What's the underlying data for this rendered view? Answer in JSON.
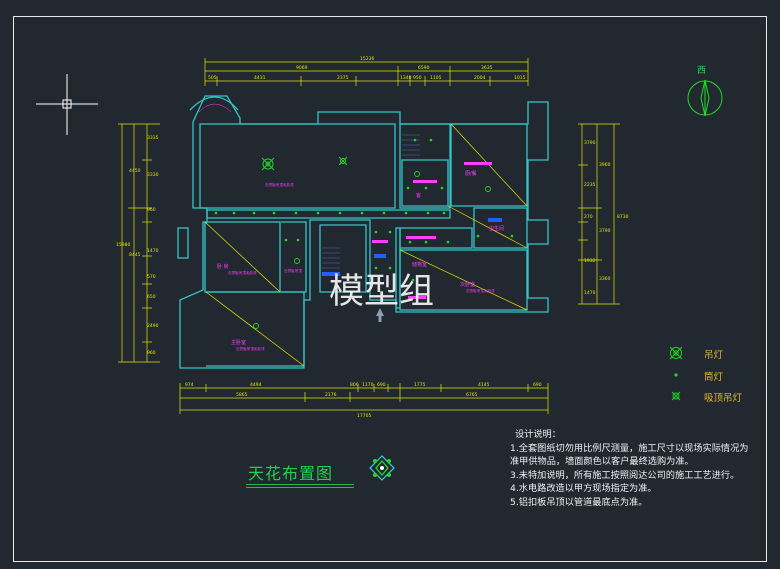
{
  "drawing": {
    "title": "天花布置图",
    "north_label": "西",
    "watermark": "模型组"
  },
  "legend": [
    {
      "icon": "pendant-lamp-icon",
      "label": "吊灯"
    },
    {
      "icon": "downlight-icon",
      "label": "筒灯"
    },
    {
      "icon": "ceiling-lamp-icon",
      "label": "吸顶吊灯"
    }
  ],
  "notes": {
    "heading": "设计说明：",
    "lines": [
      "1.全套图纸切勿用比例尺测量，施工尺寸以现场实际情况为",
      "准甲供物品，墙面颜色以客户最终选购为准。",
      "3.未特加说明，所有施工按照阅达公司的施工工艺进行。",
      "4.水电路改造以甲方现场指定为准。",
      "5.铝扣板吊顶以管道最底点为准。"
    ]
  },
  "dimensions": {
    "top_total": "15236",
    "top_segments": [
      "9069",
      "6590",
      "3635"
    ],
    "top_detail": [
      "505",
      "4431",
      "2375",
      "1340",
      "950",
      "1105",
      "2004",
      "1015"
    ],
    "bottom_total": "17705",
    "bottom_segments": [
      "5865",
      "2176",
      "6765"
    ],
    "bottom_detail": [
      "974",
      "4494",
      "800",
      "1170",
      "690",
      "1775",
      "4145",
      "690"
    ],
    "left_total": "15980",
    "left_segments": [
      "4450",
      "8445"
    ],
    "left_detail": [
      "3335",
      "3330",
      "960",
      "1470",
      "570",
      "650",
      "2490",
      "960"
    ],
    "right_total": "8730",
    "right_segments": [
      "3960",
      "3790",
      "3360"
    ],
    "right_detail": [
      "3790",
      "2235",
      "270",
      "1932",
      "1470"
    ]
  },
  "colors": {
    "background": "#212830",
    "wall": "#33c6c6",
    "dimension": "#e6e600",
    "room_label": "#ff3cff",
    "light": "#22d822",
    "notes_text": "#f0f0f0",
    "legend_text": "#e8b830"
  }
}
